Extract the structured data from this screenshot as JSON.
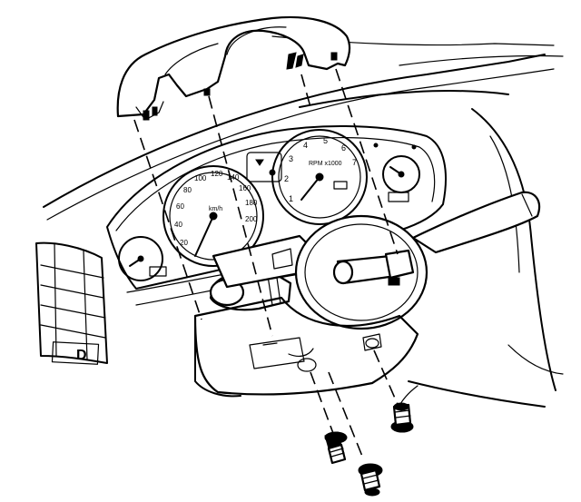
{
  "figure": {
    "speedometer_ticks": [
      "20",
      "40",
      "60",
      "80",
      "100",
      "120",
      "140",
      "160",
      "180",
      "200"
    ],
    "speedometer_unit": "km/h",
    "tachometer_ticks": [
      "1",
      "2",
      "3",
      "4",
      "5",
      "6",
      "7"
    ],
    "tachometer_unit": "RPM x1000",
    "shift_indicator": "D"
  }
}
